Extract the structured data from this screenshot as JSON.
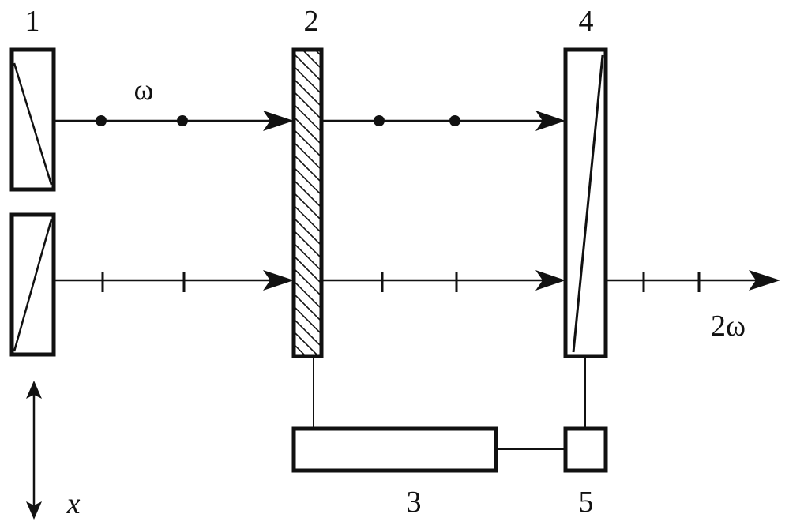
{
  "labels": {
    "element_1": "1",
    "element_2": "2",
    "element_3": "3",
    "element_4": "4",
    "element_5": "5",
    "input_frequency": "ω",
    "output_frequency": "2ω",
    "axis": "x"
  },
  "colors": {
    "ink": "#111111",
    "background": "#ffffff"
  }
}
